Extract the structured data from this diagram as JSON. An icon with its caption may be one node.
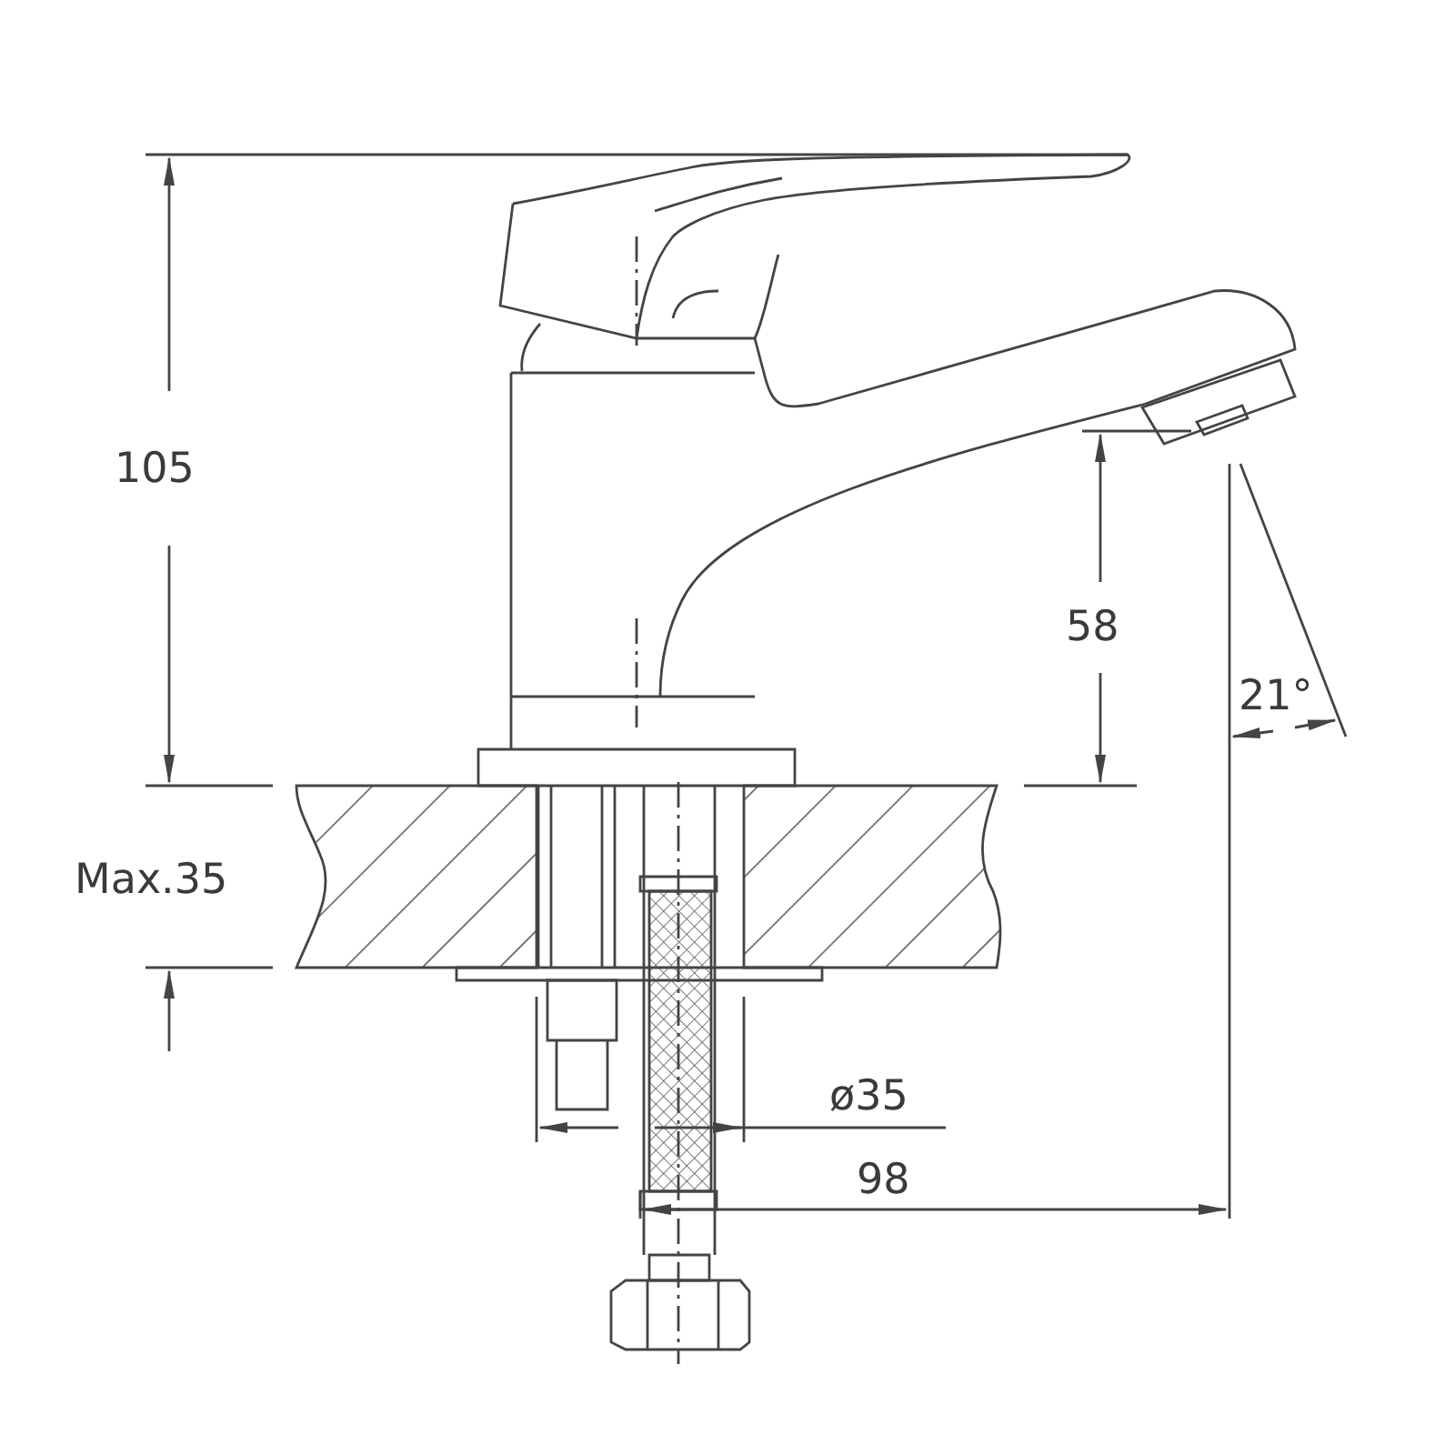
{
  "diagram": {
    "labels": [
      "105",
      "58",
      "21°",
      "Max.35",
      "ø35",
      "98"
    ]
  }
}
